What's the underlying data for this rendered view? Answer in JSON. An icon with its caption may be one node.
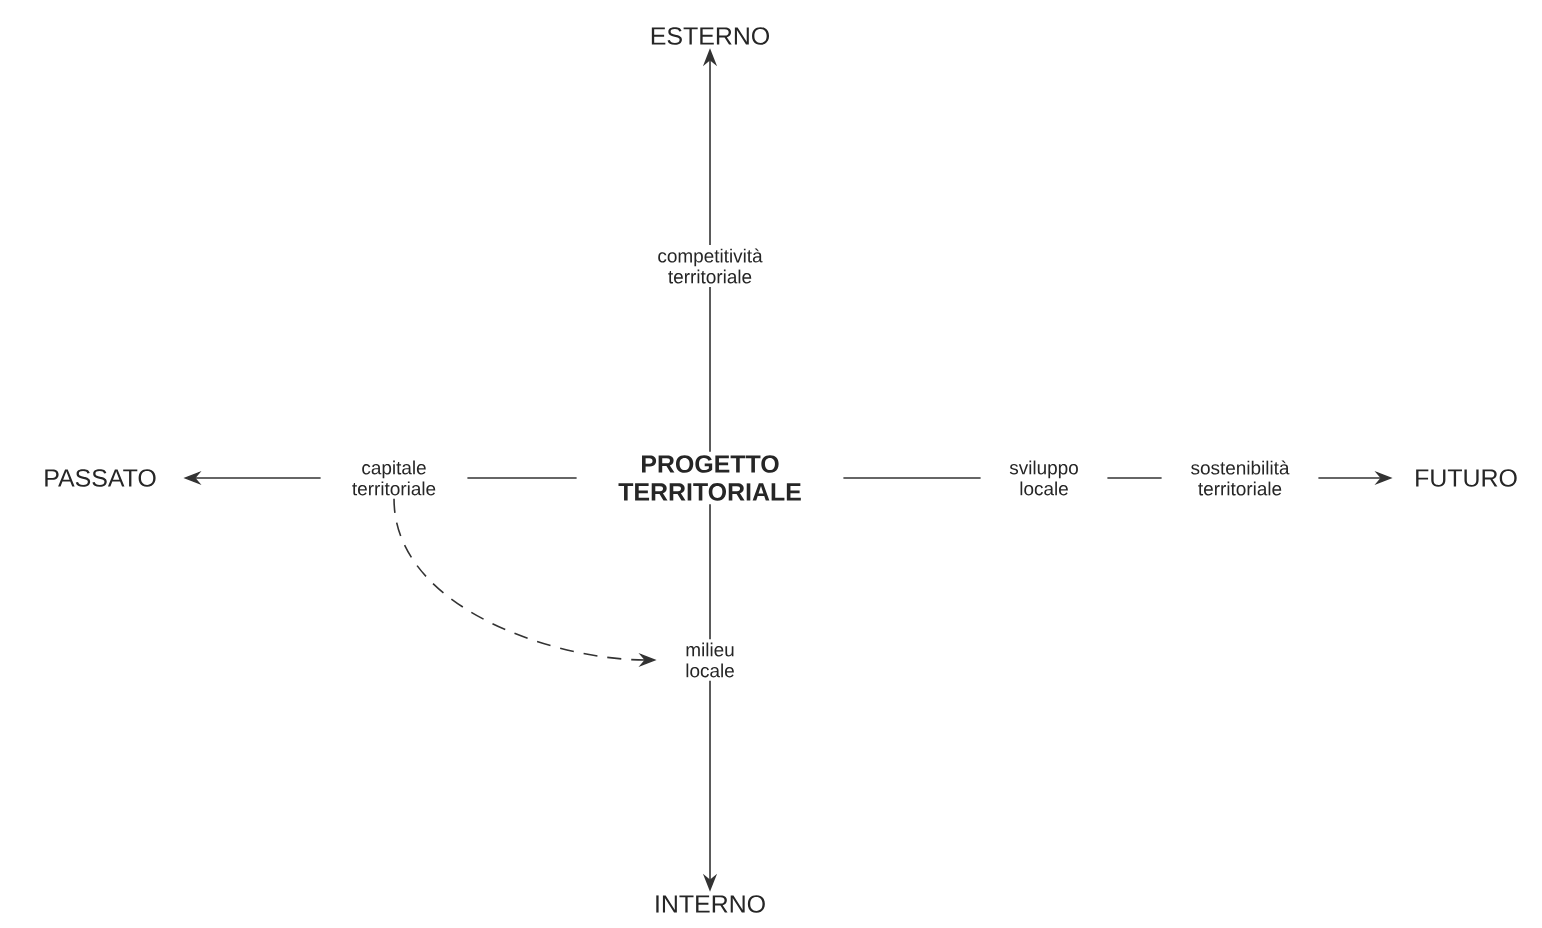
{
  "diagram": {
    "nodes": [
      {
        "text": [
          "PROGETTO TERRITORIALE"
        ]
      },
      {
        "text": [
          "ESTERNO"
        ]
      },
      {
        "text": [
          "PASSATO"
        ]
      },
      {
        "text": [
          "FUTURO"
        ]
      },
      {
        "text": [
          "INTERNO"
        ]
      },
      {
        "text": [
          "competitività territoriale"
        ]
      },
      {
        "text": [
          "capitale territoriale"
        ]
      },
      {
        "text": [
          "sviluppo locale"
        ]
      },
      {
        "text": [
          "sostenibilità territoriale"
        ]
      },
      {
        "text": [
          "milieu locale"
        ]
      }
    ],
    "edges": [
      {
        "from": 0,
        "to": 5,
        "arrow": "none"
      },
      {
        "from": 5,
        "to": 1,
        "arrow": "to"
      },
      {
        "from": 0,
        "to": 6,
        "arrow": "none"
      },
      {
        "from": 6,
        "to": 2,
        "arrow": "to"
      },
      {
        "from": 0,
        "to": 7,
        "arrow": "none"
      },
      {
        "from": 7,
        "to": 8,
        "arrow": "none"
      },
      {
        "from": 8,
        "to": 3,
        "arrow": "to"
      },
      {
        "from": 0,
        "to": 9,
        "arrow": "none"
      },
      {
        "from": 9,
        "to": 4,
        "arrow": "to"
      },
      {
        "from": 6,
        "to": 9,
        "arrow": "to",
        "style": "dashed"
      }
    ]
  }
}
